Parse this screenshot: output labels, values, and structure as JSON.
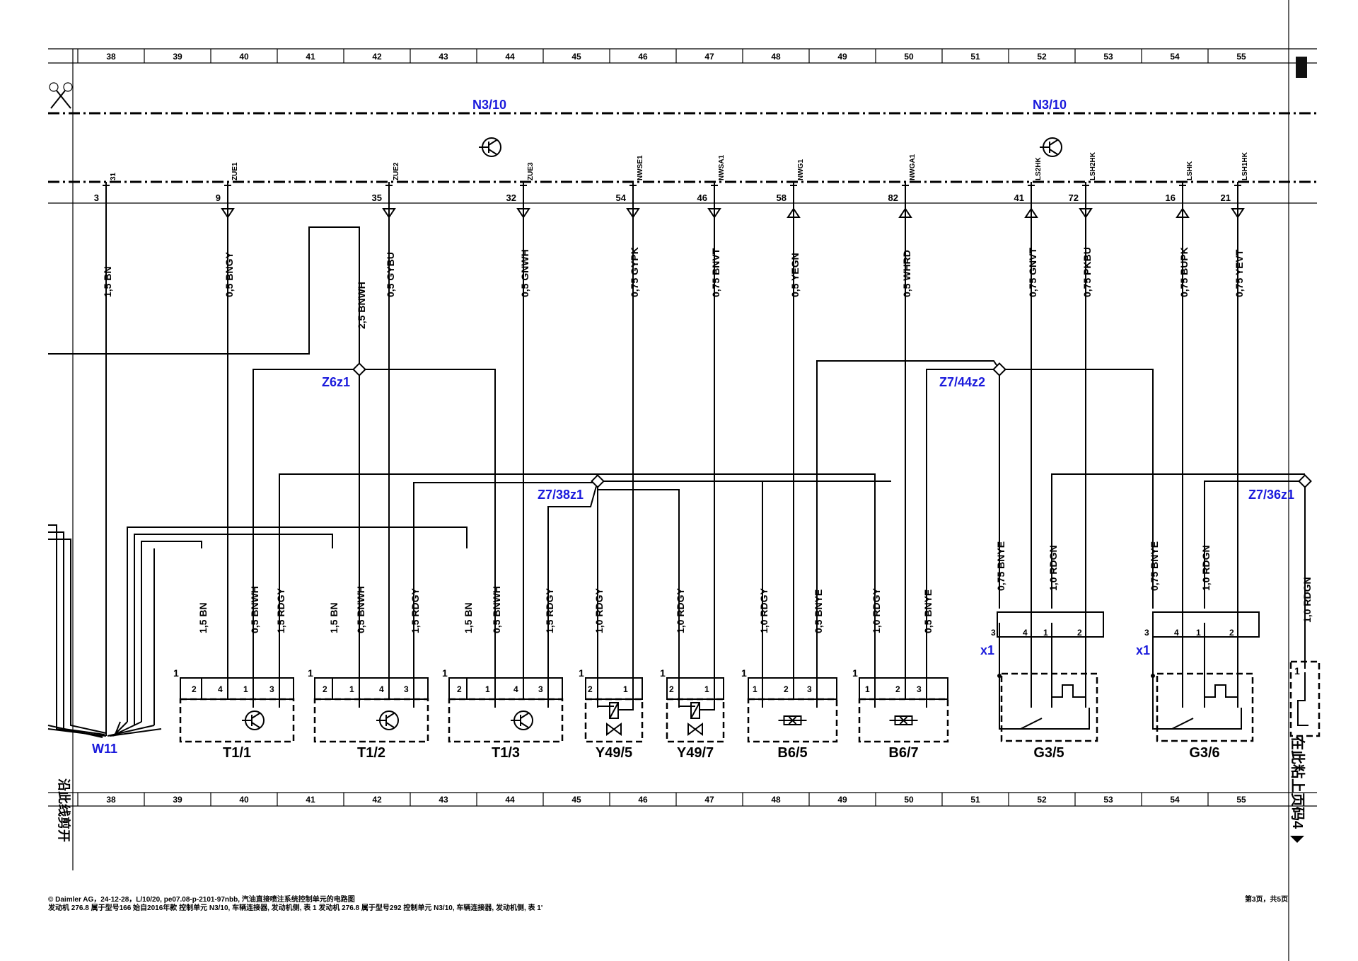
{
  "grid": {
    "columns": [
      "38",
      "39",
      "40",
      "41",
      "42",
      "43",
      "44",
      "45",
      "46",
      "47",
      "48",
      "49",
      "50",
      "51",
      "52",
      "53",
      "54",
      "55"
    ]
  },
  "control_unit": {
    "labels": [
      "N3/10",
      "N3/10"
    ],
    "pins": [
      {
        "num": "3",
        "sig": "31",
        "wire": "1,5 BN"
      },
      {
        "num": "9",
        "sig": "ZUE1",
        "wire": "0,5 BNGY"
      },
      {
        "num": "35",
        "sig": "ZUE2",
        "wire": "0,5 GYBU"
      },
      {
        "num": "32",
        "sig": "ZUE3",
        "wire": "0,5 GNWH"
      },
      {
        "num": "54",
        "sig": "NWSE1",
        "wire": "0,75 GYPK"
      },
      {
        "num": "46",
        "sig": "NWSA1",
        "wire": "0,75 BNVT"
      },
      {
        "num": "58",
        "sig": "NWG1",
        "wire": "0,5 YEGN"
      },
      {
        "num": "82",
        "sig": "NWGA1",
        "wire": "0,5 WHRD"
      },
      {
        "num": "41",
        "sig": "LS2HK",
        "wire": "0,75 GNVT"
      },
      {
        "num": "72",
        "sig": "LSH2HK",
        "wire": "0,75 PKBU"
      },
      {
        "num": "16",
        "sig": "LSHK",
        "wire": "0,75 BUPK"
      },
      {
        "num": "21",
        "sig": "LSH1HK",
        "wire": "0,75 YEVT"
      }
    ]
  },
  "splices": {
    "z6z1": "Z6z1",
    "z7_44z2": "Z7/44z2",
    "z7_38z1": "Z7/38z1",
    "z7_36z1": "Z7/36z1",
    "w11": "W11",
    "z6z1_wire": "2,5 BNWH"
  },
  "components": [
    {
      "name": "T1/1",
      "pins": [
        "2",
        "4",
        "1",
        "3"
      ],
      "wires": [
        "1,5 BN",
        "0,5 BNWH",
        "1,5 RDGY"
      ]
    },
    {
      "name": "T1/2",
      "pins": [
        "2",
        "1",
        "4",
        "3"
      ],
      "wires": [
        "1,5 BN",
        "0,5 BNWH",
        "1,5 RDGY"
      ]
    },
    {
      "name": "T1/3",
      "pins": [
        "2",
        "1",
        "4",
        "3"
      ],
      "wires": [
        "1,5 BN",
        "0,5 BNWH",
        "1,5 RDGY"
      ]
    },
    {
      "name": "Y49/5",
      "pins": [
        "2",
        "1"
      ],
      "wires": [
        "1,0 RDGY"
      ]
    },
    {
      "name": "Y49/7",
      "pins": [
        "2",
        "1"
      ],
      "wires": [
        "1,0 RDGY"
      ]
    },
    {
      "name": "B6/5",
      "pins": [
        "1",
        "2",
        "3"
      ],
      "wires": [
        "1,0 RDGY",
        "0,5 BNYE"
      ]
    },
    {
      "name": "B6/7",
      "pins": [
        "1",
        "2",
        "3"
      ],
      "wires": [
        "1,0 RDGY",
        "0,5 BNYE"
      ]
    },
    {
      "name": "G3/5",
      "pins": [
        "3",
        "4",
        "1",
        "2"
      ],
      "wires": [
        "0,75 BNYE",
        "1,0 RDGN"
      ],
      "connector": "x1"
    },
    {
      "name": "G3/6",
      "pins": [
        "3",
        "4",
        "1",
        "2"
      ],
      "wires": [
        "0,75 BNYE",
        "1,0 RDGN"
      ],
      "connector": "x1"
    }
  ],
  "edge": {
    "right_wire": "1,0 RDGN",
    "pin_one": "1",
    "right_margin_text": "在此粘上页码4",
    "left_margin_text": "沿此线剪开"
  },
  "footer": {
    "line1": "© Daimler AG，24-12-28，L/10/20, pe07.08-p-2101-97nbb, 汽油直接喷注系统控制单元的电路图",
    "line2": "发动机 276.8 属于型号166 始自2016年款 控制单元 N3/10, 车辆连接器, 发动机侧, 表 1 发动机 276.8 属于型号292 控制单元 N3/10, 车辆连接器, 发动机侧, 表 1'",
    "page": "第3页，共5页"
  }
}
